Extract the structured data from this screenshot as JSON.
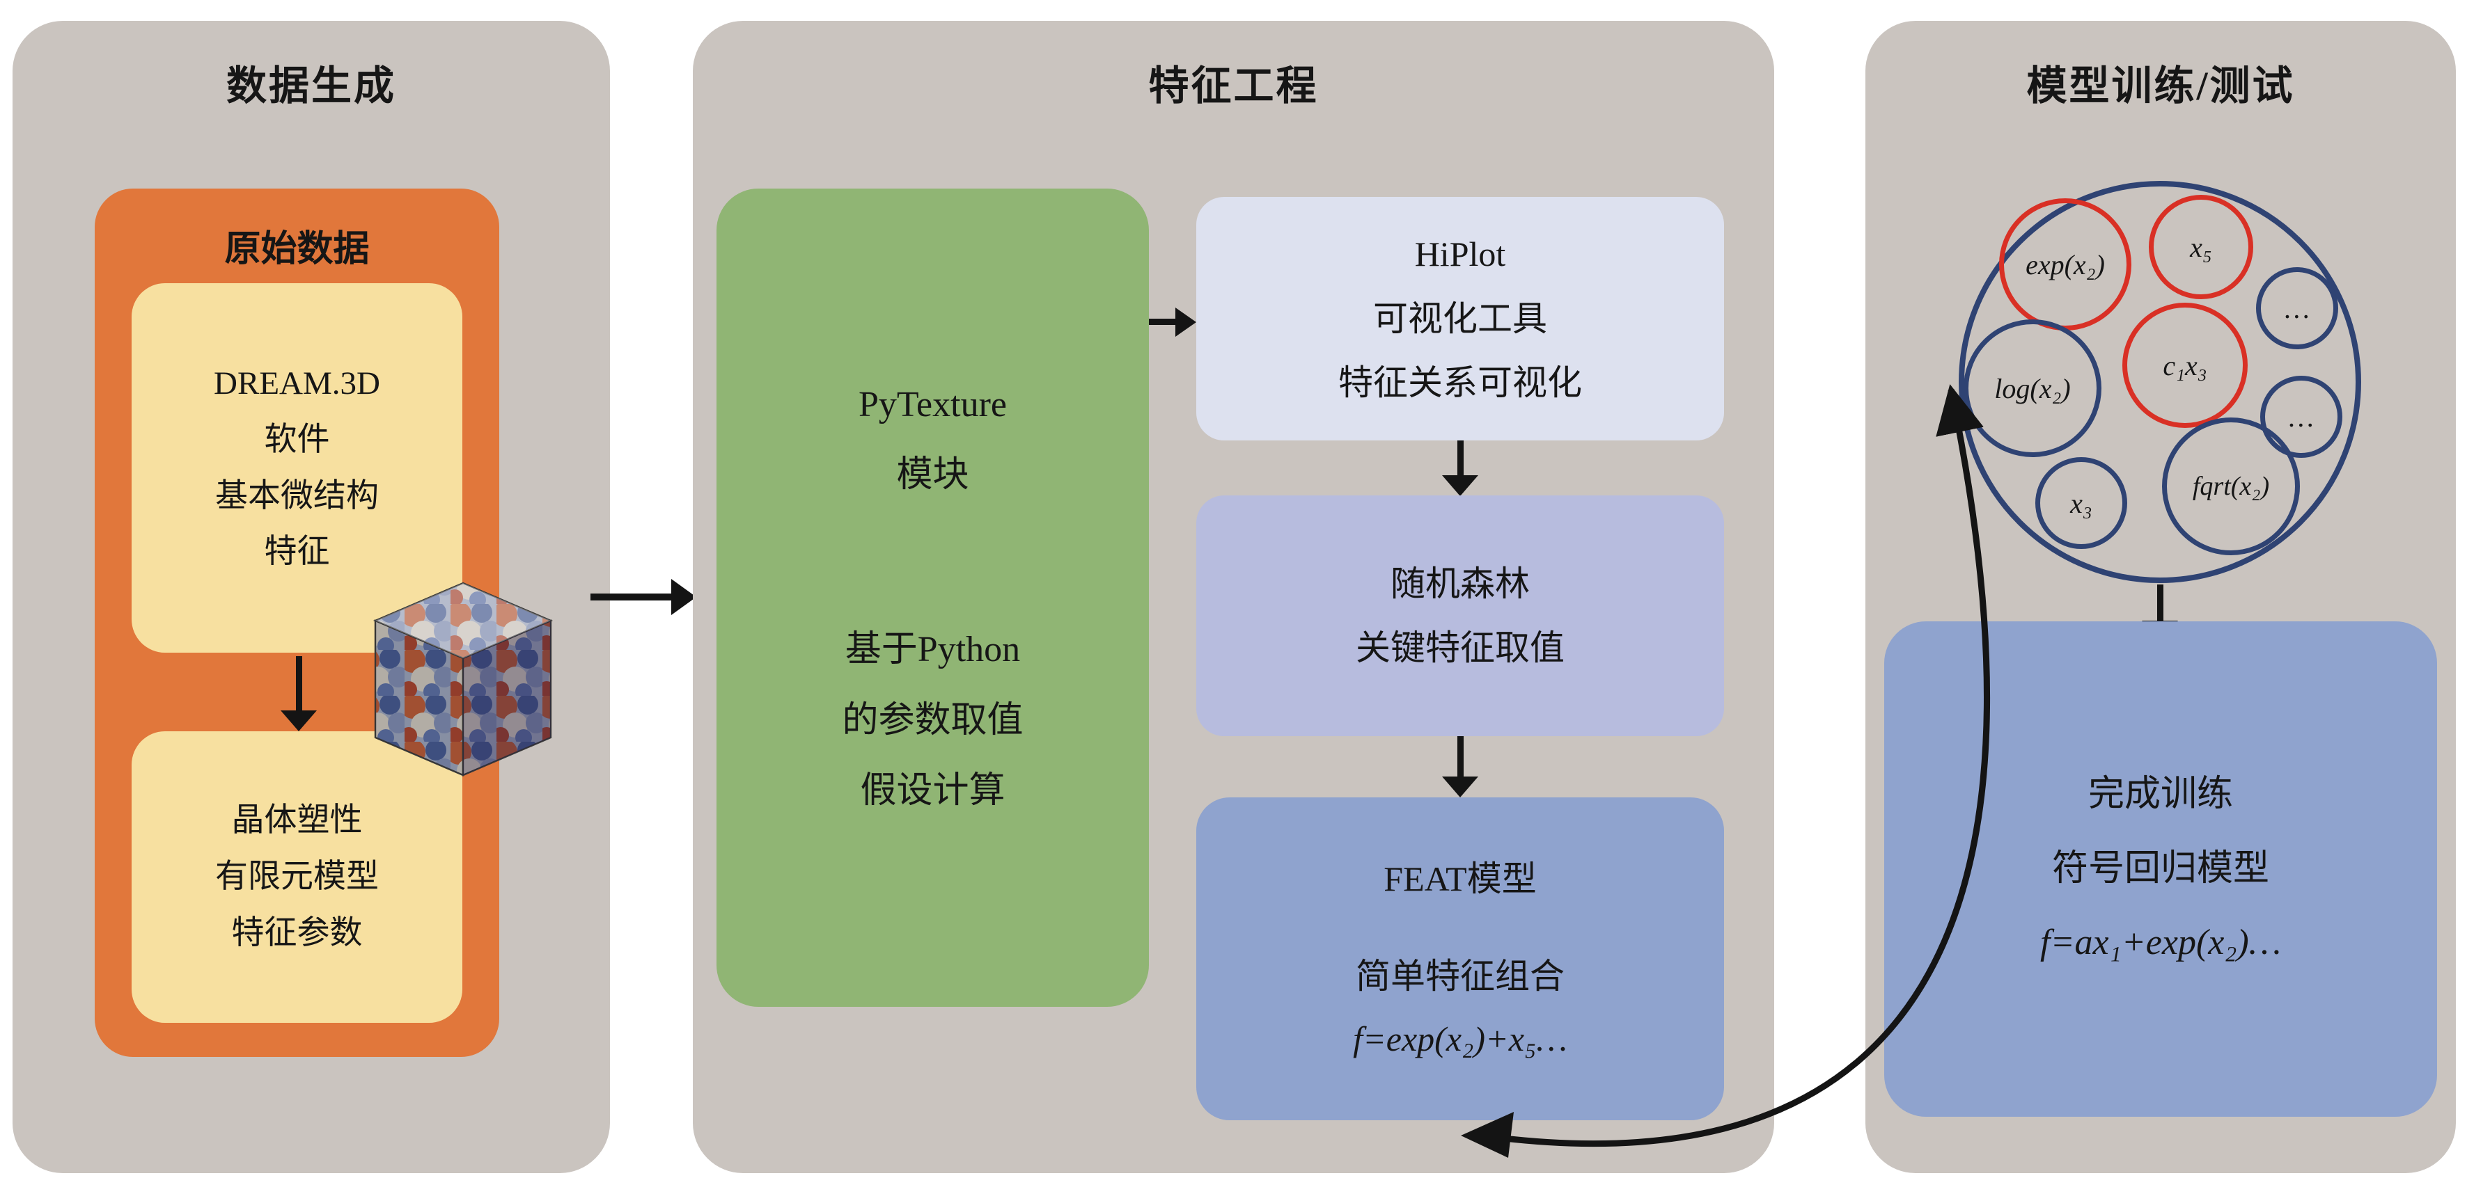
{
  "colors": {
    "panel-bg": "#cac4bf",
    "orange": "#e1773b",
    "cream": "#f7e0a0",
    "green": "#90b574",
    "box-light": "#dde1ef",
    "box-lavender": "#b7bcde",
    "box-blue": "#8fa3ce",
    "navy": "#2f4373",
    "red": "#d93025",
    "ink": "#141414"
  },
  "left_panel": {
    "title": "数据生成",
    "raw_data_title": "原始数据",
    "dream_box": [
      "DREAM.3D",
      "软件",
      "基本微结构",
      "特征"
    ],
    "cpfem_box": [
      "晶体塑性",
      "有限元模型",
      "特征参数"
    ]
  },
  "middle_panel": {
    "title": "特征工程",
    "pytexture_box": {
      "group1": [
        "PyTexture",
        "模块"
      ],
      "group2": [
        "基于Python",
        "的参数取值",
        "假设计算"
      ]
    },
    "hiplot_box": [
      "HiPlot",
      "可视化工具",
      "特征关系可视化"
    ],
    "random_forest_box": [
      "随机森林",
      "关键特征取值"
    ],
    "feat_box": {
      "title": "FEAT模型",
      "line": "简单特征组合",
      "formula": "f=exp(x₂)+x₅…"
    }
  },
  "right_panel": {
    "title": "模型训练/测试",
    "bubbles": [
      {
        "label": "exp(x₂)"
      },
      {
        "label": "x₅"
      },
      {
        "label": "…"
      },
      {
        "label": "log(x₂)"
      },
      {
        "label": "c₁x₃"
      },
      {
        "label": "…"
      },
      {
        "label": "x₃"
      },
      {
        "label": "fqrt(x₂)"
      }
    ],
    "result_box": {
      "lines": [
        "完成训练",
        "符号回归模型"
      ],
      "formula": "f=ax₁+exp(x₂)…"
    }
  }
}
